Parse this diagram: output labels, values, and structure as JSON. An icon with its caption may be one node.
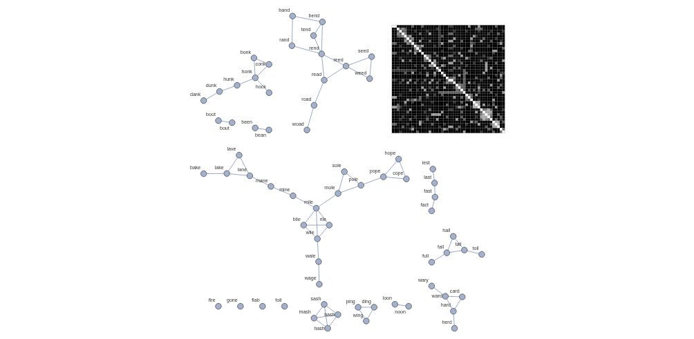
{
  "diagram": {
    "nodes": [
      {
        "text": [],
        "shape": "picture"
      },
      {
        "text": [
          "lake"
        ]
      },
      {
        "text": [
          "lave"
        ]
      },
      {
        "text": [
          "wage"
        ]
      },
      {
        "text": [
          "fire"
        ]
      },
      {
        "text": [
          "bake"
        ]
      },
      {
        "text": [
          "wale"
        ]
      },
      {
        "text": [
          "lane"
        ]
      },
      {
        "text": [
          "wary"
        ]
      },
      {
        "text": [
          "full"
        ]
      },
      {
        "text": [
          "bile"
        ]
      },
      {
        "text": [
          "wile"
        ]
      },
      {
        "text": [
          "mane"
        ]
      },
      {
        "text": [
          "ward"
        ]
      },
      {
        "text": [
          "herd"
        ]
      },
      {
        "text": [
          "fall"
        ]
      },
      {
        "text": [
          "rile"
        ]
      },
      {
        "text": [
          "mile"
        ]
      },
      {
        "text": [
          "mine"
        ]
      },
      {
        "text": [
          "hard"
        ]
      },
      {
        "text": [
          "cope"
        ]
      },
      {
        "text": [
          "card"
        ]
      },
      {
        "text": [
          "tall"
        ]
      },
      {
        "text": [
          "hall"
        ]
      },
      {
        "text": [
          "hope"
        ]
      },
      {
        "text": [
          "toll"
        ]
      },
      {
        "text": [
          "pope"
        ]
      },
      {
        "text": [
          "mole"
        ]
      },
      {
        "text": [
          "pole"
        ]
      },
      {
        "text": [
          "band"
        ]
      },
      {
        "text": [
          "bend"
        ]
      },
      {
        "text": [
          "been"
        ]
      },
      {
        "text": [
          "rand"
        ]
      },
      {
        "text": [
          "sole"
        ]
      },
      {
        "text": [
          "tend"
        ]
      },
      {
        "text": [
          "bean"
        ]
      },
      {
        "text": [
          "gone"
        ]
      },
      {
        "text": [
          "rend"
        ]
      },
      {
        "text": [
          "flab"
        ]
      },
      {
        "text": [
          "loon"
        ]
      },
      {
        "text": [
          "reed"
        ]
      },
      {
        "text": [
          "read"
        ]
      },
      {
        "text": [
          "noon"
        ]
      },
      {
        "text": [
          "seed"
        ]
      },
      {
        "text": [
          "mash"
        ]
      },
      {
        "text": [
          "bash"
        ]
      },
      {
        "text": [
          "road"
        ]
      },
      {
        "text": [
          "hash"
        ]
      },
      {
        "text": [
          "weed"
        ]
      },
      {
        "text": [
          "bonk"
        ]
      },
      {
        "text": [
          "fact"
        ]
      },
      {
        "text": [
          "ping"
        ]
      },
      {
        "text": [
          "woad"
        ]
      },
      {
        "text": [
          "conk"
        ]
      },
      {
        "text": [
          "sash"
        ]
      },
      {
        "text": [
          "ding"
        ]
      },
      {
        "text": [
          "hock"
        ]
      },
      {
        "text": [
          "wing"
        ]
      },
      {
        "text": [
          "fast"
        ]
      },
      {
        "text": [
          "honk"
        ]
      },
      {
        "text": [
          "last"
        ]
      },
      {
        "text": [
          "boot"
        ]
      },
      {
        "text": [
          "hunk"
        ]
      },
      {
        "text": [
          "lest"
        ]
      },
      {
        "text": [
          "bout"
        ]
      },
      {
        "text": [
          "foil"
        ]
      },
      {
        "text": [
          "dunk"
        ]
      },
      {
        "text": [
          "dank"
        ]
      }
    ],
    "edges": [
      {
        "from": 3,
        "to": 6,
        "arrow": "none"
      },
      {
        "from": 6,
        "to": 11,
        "arrow": "none"
      },
      {
        "from": 10,
        "to": 11,
        "arrow": "none"
      },
      {
        "from": 10,
        "to": 16,
        "arrow": "none"
      },
      {
        "from": 10,
        "to": 17,
        "arrow": "none"
      },
      {
        "from": 11,
        "to": 16,
        "arrow": "none"
      },
      {
        "from": 11,
        "to": 17,
        "arrow": "none"
      },
      {
        "from": 16,
        "to": 17,
        "arrow": "none"
      },
      {
        "from": 17,
        "to": 18,
        "arrow": "none"
      },
      {
        "from": 18,
        "to": 12,
        "arrow": "none"
      },
      {
        "from": 12,
        "to": 7,
        "arrow": "none"
      },
      {
        "from": 1,
        "to": 7,
        "arrow": "none"
      },
      {
        "from": 1,
        "to": 2,
        "arrow": "none"
      },
      {
        "from": 2,
        "to": 7,
        "arrow": "none"
      },
      {
        "from": 1,
        "to": 5,
        "arrow": "none"
      },
      {
        "from": 17,
        "to": 27,
        "arrow": "none"
      },
      {
        "from": 28,
        "to": 27,
        "arrow": "none"
      },
      {
        "from": 27,
        "to": 33,
        "arrow": "none"
      },
      {
        "from": 28,
        "to": 33,
        "arrow": "none"
      },
      {
        "from": 26,
        "to": 28,
        "arrow": "none"
      },
      {
        "from": 20,
        "to": 26,
        "arrow": "none"
      },
      {
        "from": 20,
        "to": 24,
        "arrow": "none"
      },
      {
        "from": 24,
        "to": 26,
        "arrow": "none"
      },
      {
        "from": 9,
        "to": 15,
        "arrow": "none"
      },
      {
        "from": 15,
        "to": 23,
        "arrow": "none"
      },
      {
        "from": 15,
        "to": 22,
        "arrow": "none"
      },
      {
        "from": 23,
        "to": 22,
        "arrow": "none"
      },
      {
        "from": 22,
        "to": 25,
        "arrow": "none"
      },
      {
        "from": 8,
        "to": 13,
        "arrow": "none"
      },
      {
        "from": 13,
        "to": 19,
        "arrow": "none"
      },
      {
        "from": 13,
        "to": 21,
        "arrow": "none"
      },
      {
        "from": 14,
        "to": 19,
        "arrow": "none"
      },
      {
        "from": 19,
        "to": 21,
        "arrow": "none"
      },
      {
        "from": 29,
        "to": 30,
        "arrow": "none"
      },
      {
        "from": 29,
        "to": 32,
        "arrow": "none"
      },
      {
        "from": 30,
        "to": 34,
        "arrow": "none"
      },
      {
        "from": 30,
        "to": 37,
        "arrow": "none"
      },
      {
        "from": 34,
        "to": 37,
        "arrow": "none"
      },
      {
        "from": 32,
        "to": 37,
        "arrow": "none"
      },
      {
        "from": 37,
        "to": 40,
        "arrow": "none"
      },
      {
        "from": 37,
        "to": 41,
        "arrow": "none"
      },
      {
        "from": 40,
        "to": 41,
        "arrow": "none"
      },
      {
        "from": 40,
        "to": 43,
        "arrow": "none"
      },
      {
        "from": 40,
        "to": 48,
        "arrow": "none"
      },
      {
        "from": 43,
        "to": 48,
        "arrow": "none"
      },
      {
        "from": 41,
        "to": 46,
        "arrow": "none"
      },
      {
        "from": 46,
        "to": 52,
        "arrow": "none"
      },
      {
        "from": 31,
        "to": 35,
        "arrow": "none"
      },
      {
        "from": 39,
        "to": 42,
        "arrow": "none"
      },
      {
        "from": 45,
        "to": 44,
        "arrow": "none"
      },
      {
        "from": 45,
        "to": 47,
        "arrow": "none"
      },
      {
        "from": 45,
        "to": 54,
        "arrow": "none"
      },
      {
        "from": 44,
        "to": 47,
        "arrow": "none"
      },
      {
        "from": 44,
        "to": 54,
        "arrow": "none"
      },
      {
        "from": 47,
        "to": 54,
        "arrow": "none"
      },
      {
        "from": 50,
        "to": 58,
        "arrow": "none"
      },
      {
        "from": 58,
        "to": 60,
        "arrow": "none"
      },
      {
        "from": 60,
        "to": 63,
        "arrow": "none"
      },
      {
        "from": 51,
        "to": 55,
        "arrow": "none"
      },
      {
        "from": 51,
        "to": 57,
        "arrow": "none"
      },
      {
        "from": 55,
        "to": 57,
        "arrow": "none"
      },
      {
        "from": 49,
        "to": 53,
        "arrow": "none"
      },
      {
        "from": 49,
        "to": 59,
        "arrow": "none"
      },
      {
        "from": 53,
        "to": 59,
        "arrow": "none"
      },
      {
        "from": 59,
        "to": 56,
        "arrow": "none"
      },
      {
        "from": 59,
        "to": 62,
        "arrow": "none"
      },
      {
        "from": 62,
        "to": 66,
        "arrow": "none"
      },
      {
        "from": 67,
        "to": 66,
        "arrow": "none"
      },
      {
        "from": 61,
        "to": 64,
        "arrow": "none"
      }
    ]
  }
}
